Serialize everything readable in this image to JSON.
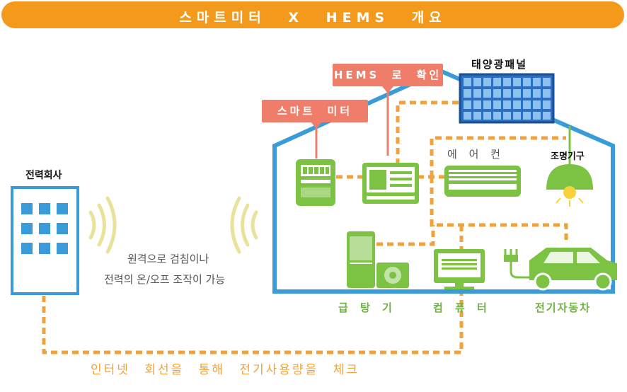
{
  "banner": {
    "title": "스마트미터 X HEMS 개요"
  },
  "callouts": {
    "hems": "HEMS 로 확인",
    "smart_meter": "스마트 미터"
  },
  "labels": {
    "power_company": "전력회사",
    "solar_panel": "태양광패널",
    "lighting": "조명기구",
    "aircon": "에 어 컨",
    "boiler": "급 탕 기",
    "computer": "컴 퓨 터",
    "ev": "전기자동차"
  },
  "remote_text": {
    "line1": "원격으로 검침이나",
    "line2": "전력의 온/오프 조작이 가능"
  },
  "bottom_caption": "인터넷 회선을 통해 전기사용량을 체크",
  "colors": {
    "banner": "#f39a1c",
    "house": "#3a9bd9",
    "appliance": "#7cc243",
    "dash": "#f0a23c",
    "callout": "#ee7d6a",
    "panel": "#2a6fc2",
    "signal": "#e9e29a"
  }
}
